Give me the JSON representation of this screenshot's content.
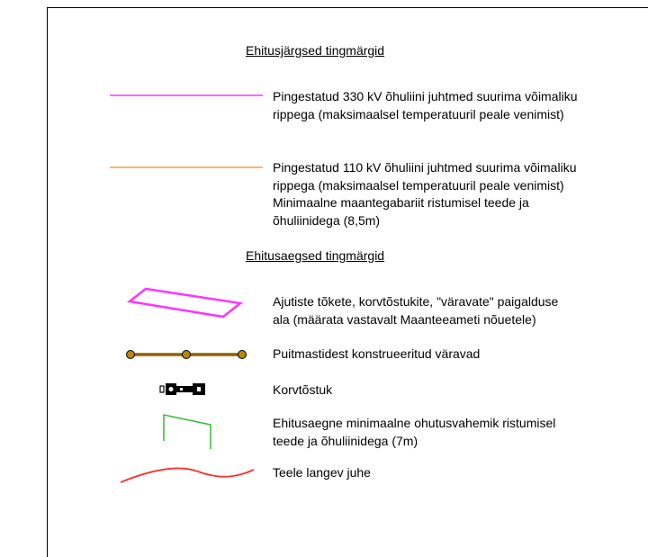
{
  "headings": {
    "post_construction": "Ehitusjärgsed tingmärgid",
    "during_construction": "Ehitusaegsed tingmärgid"
  },
  "legend": [
    {
      "symbol": "magenta-line",
      "color": "#ff33ff",
      "lines": [
        "Pingestatud 330 kV õhuliini juhtmed suurima võimaliku",
        "rippega (maksimaalsel temperatuuril peale venimist)"
      ]
    },
    {
      "symbol": "orange-line",
      "color": "#f5a04a",
      "lines": [
        "Pingestatud 110 kV õhuliini juhtmed suurima võimaliku",
        "rippega (maksimaalsel temperatuuril peale venimist)",
        "Minimaalne maantegabariit ristumisel teede ja",
        "õhuliinidega (8,5m)"
      ]
    },
    {
      "symbol": "magenta-parallelogram",
      "color": "#ff33ff",
      "lines": [
        "Ajutiste tõkete, korvtõstukite, \"väravate\" paigalduse",
        "ala (määrata vastavalt Maanteeameti nõuetele)"
      ]
    },
    {
      "symbol": "wooden-gate",
      "color": "#b8860b",
      "lines": [
        "Puitmastidest konstrueeritud väravad"
      ]
    },
    {
      "symbol": "aerial-lift",
      "color": "#000000",
      "lines": [
        "Korvtõstuk"
      ]
    },
    {
      "symbol": "green-clearance",
      "color": "#33bb33",
      "lines": [
        "Ehitusaegne minimaalne ohutusvahemik ristumisel",
        "teede ja õhuliinidega (7m)"
      ]
    },
    {
      "symbol": "red-wave",
      "color": "#ff3030",
      "lines": [
        "Teele langev juhe"
      ]
    }
  ]
}
